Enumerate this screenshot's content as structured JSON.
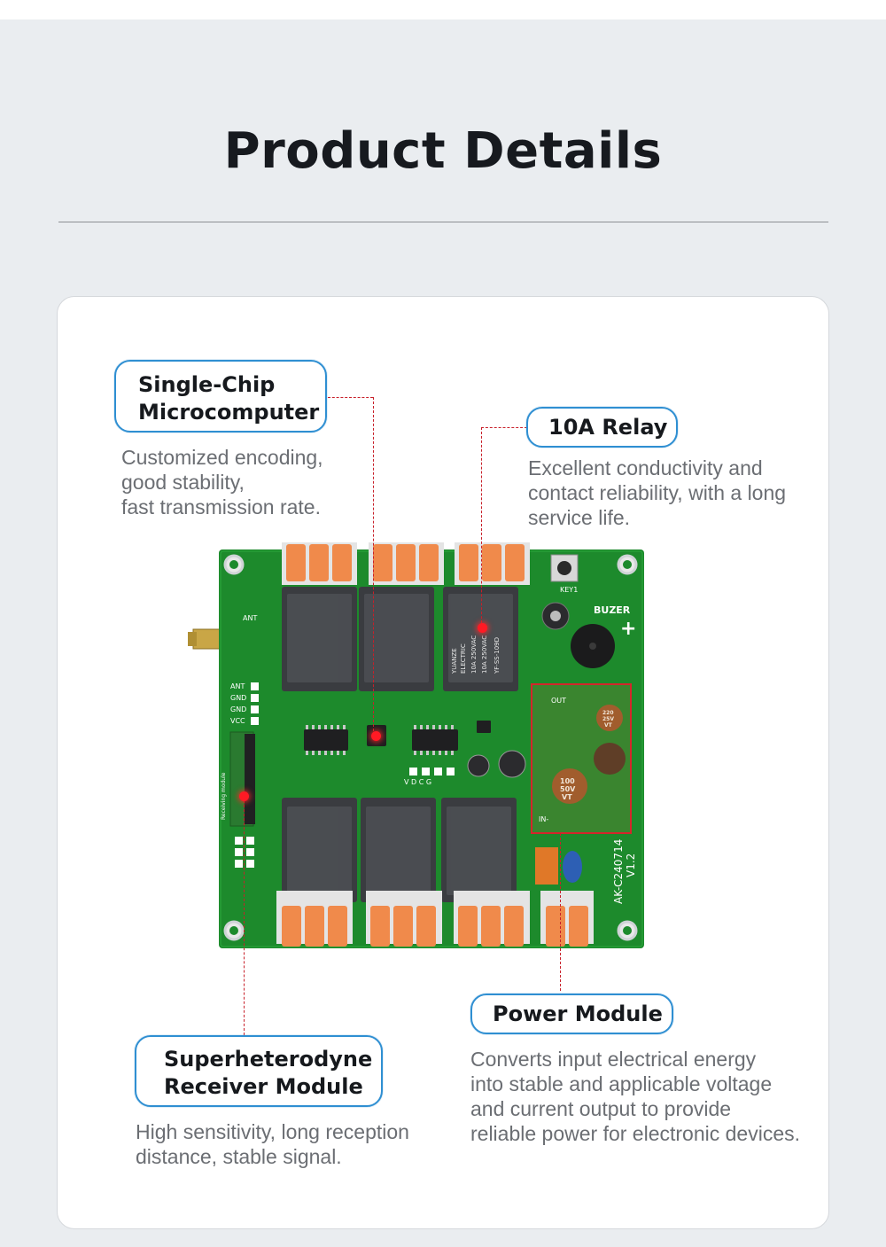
{
  "header": {
    "title": "Product Details"
  },
  "callouts": {
    "mcu": {
      "label_lines": [
        "Single-Chip",
        "Microcomputer"
      ],
      "description": [
        "Customized encoding,",
        "good stability,",
        "fast transmission rate."
      ]
    },
    "relay": {
      "label": "10A Relay",
      "description": [
        "Excellent conductivity and",
        "contact reliability, with a long",
        "service life."
      ]
    },
    "receiver": {
      "label_lines": [
        "Superheterodyne",
        "Receiver Module"
      ],
      "description": [
        "High sensitivity, long reception",
        "distance, stable signal."
      ]
    },
    "power": {
      "label": "Power Module",
      "description": [
        "Converts input electrical energy",
        "into stable and applicable voltage",
        "and current output to provide",
        "reliable power for electronic devices."
      ]
    }
  },
  "board": {
    "silkscreen": {
      "ant": "ANT",
      "buzzer": "BUZER",
      "plus": "+",
      "key": "KEY1",
      "version": "AK-C240714",
      "rev": "V1.2",
      "pins": [
        "ANT",
        "GND",
        "GND",
        "VCC"
      ],
      "prog_pins": "V D C G",
      "out": "OUT",
      "in_minus": "IN-",
      "receiving_module": "Receiving module"
    },
    "relay_text": [
      "YUANZE",
      "ELECTRIC",
      "10A 250VAC",
      "10A 250VAC",
      "YF-SS-109D"
    ],
    "cap_large": [
      "100",
      "50V",
      "VT"
    ],
    "cap_small": [
      "220",
      "25V",
      "VT"
    ]
  },
  "colors": {
    "pcb": "#1d8a2c",
    "relay": "#3a3c40",
    "terminal": "#f08a4b",
    "accent": "#2f8fd2",
    "leader": "#c8202a"
  }
}
